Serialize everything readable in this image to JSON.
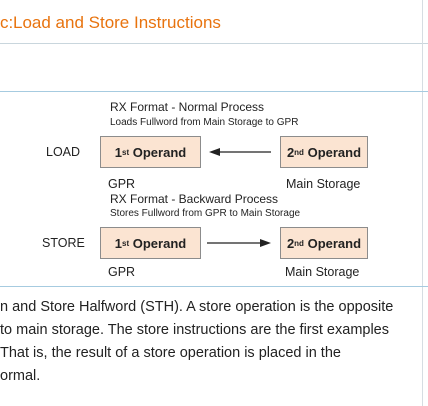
{
  "header": {
    "prefix": "c:",
    "title": "Load and Store Instructions"
  },
  "diagram": {
    "normal_title": "RX Format - Normal Process",
    "normal_sub": "Loads Fullword from Main Storage to GPR",
    "backward_title": "RX Format - Backward Process",
    "backward_sub": "Stores Fullword from GPR to Main Storage",
    "load_label": "LOAD",
    "store_label": "STORE",
    "operand1_prefix": "1",
    "operand1_sup": "st",
    "operand2_prefix": "2",
    "operand2_sup": "nd",
    "operand_word": "Operand",
    "gpr_label": "GPR",
    "main_storage_label": "Main Storage"
  },
  "paragraph": {
    "lines": [
      "n and Store Halfword (STH). A store operation is the opposite",
      "to main storage. The store instructions are the first examples",
      "That is, the result of a store operation is placed in the",
      "ormal."
    ]
  }
}
